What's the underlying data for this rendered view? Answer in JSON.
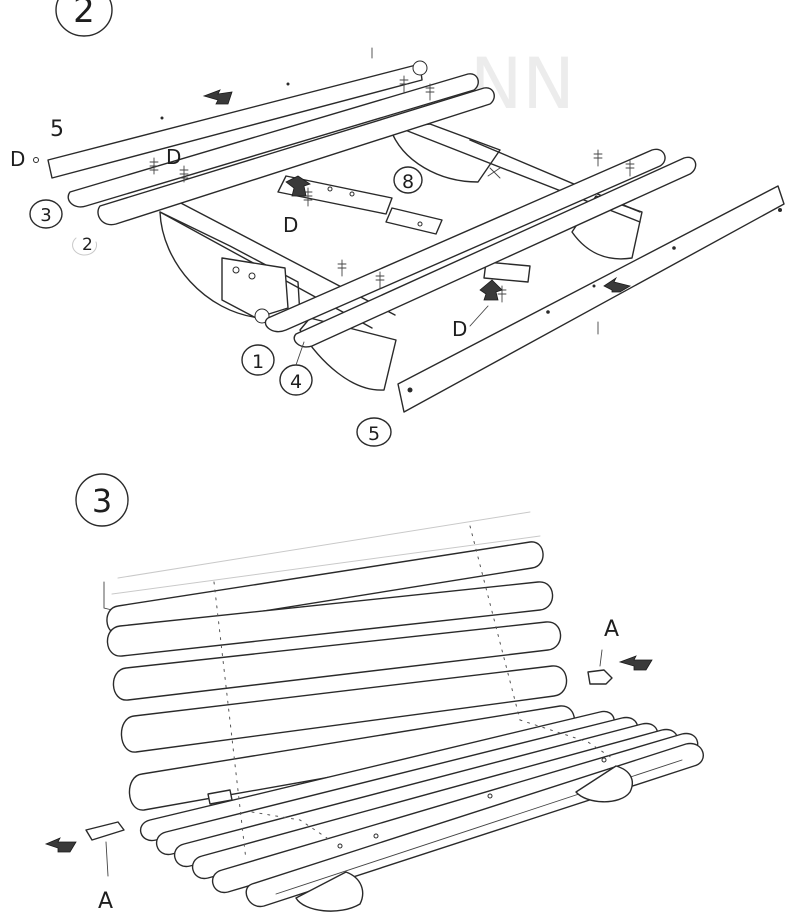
{
  "step_2": {
    "step_number": "2",
    "callouts": {
      "part_5_top": "5",
      "part_3": "3",
      "part_2": "2",
      "part_1": "1",
      "part_4": "4",
      "part_5_bottom": "5",
      "part_8": "8",
      "fastener_d_left": "D",
      "fastener_d_top": "D",
      "fastener_d_center": "D",
      "fastener_d_right": "D"
    }
  },
  "step_3": {
    "step_number": "3",
    "callouts": {
      "fastener_a_right": "A",
      "fastener_a_left": "A"
    }
  }
}
